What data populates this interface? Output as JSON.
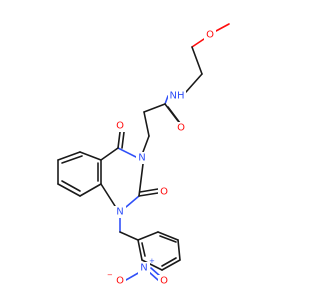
{
  "colors": {
    "bond": "#1a1a1a",
    "carbon": "#1a1a1a",
    "oxygen": "#ff0d0d",
    "nitrogen": "#3050f8",
    "background": "#ffffff"
  },
  "labels": {
    "methoxy_o": "O",
    "amide_nh": "NH",
    "amide_o": "O",
    "ring_n3": "N",
    "ring_n1": "N",
    "carbonyl_o4": "O",
    "carbonyl_o2": "O",
    "nitro_n": "N",
    "nitro_plus": "+",
    "nitro_o_left": "O",
    "nitro_minus": "−",
    "nitro_o_right": "O"
  }
}
